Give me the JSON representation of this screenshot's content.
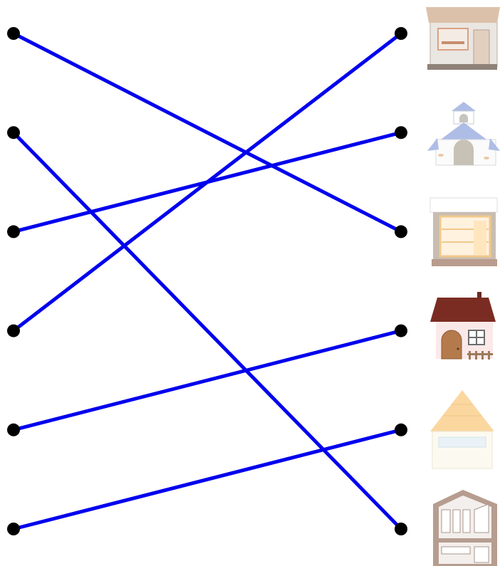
{
  "diagram": {
    "type": "matching-exercise",
    "line_color": "#0000ee",
    "dot_color": "#000000",
    "left_dots": [
      "dot-1",
      "dot-2",
      "dot-3",
      "dot-4",
      "dot-5",
      "dot-6"
    ],
    "right_dots": [
      "dot-1",
      "dot-2",
      "dot-3",
      "dot-4",
      "dot-5",
      "dot-6"
    ],
    "connections": [
      {
        "from": 1,
        "to": 3
      },
      {
        "from": 2,
        "to": 6
      },
      {
        "from": 3,
        "to": 2
      },
      {
        "from": 4,
        "to": 1
      },
      {
        "from": 5,
        "to": 4
      },
      {
        "from": 6,
        "to": 5
      }
    ],
    "pictures": [
      {
        "row": 1,
        "icon": "bakery-shop-icon"
      },
      {
        "row": 2,
        "icon": "church-icon"
      },
      {
        "row": 3,
        "icon": "storefront-icon"
      },
      {
        "row": 4,
        "icon": "cottage-house-icon"
      },
      {
        "row": 5,
        "icon": "yellow-roof-house-icon"
      },
      {
        "row": 6,
        "icon": "modern-house-icon"
      }
    ]
  }
}
